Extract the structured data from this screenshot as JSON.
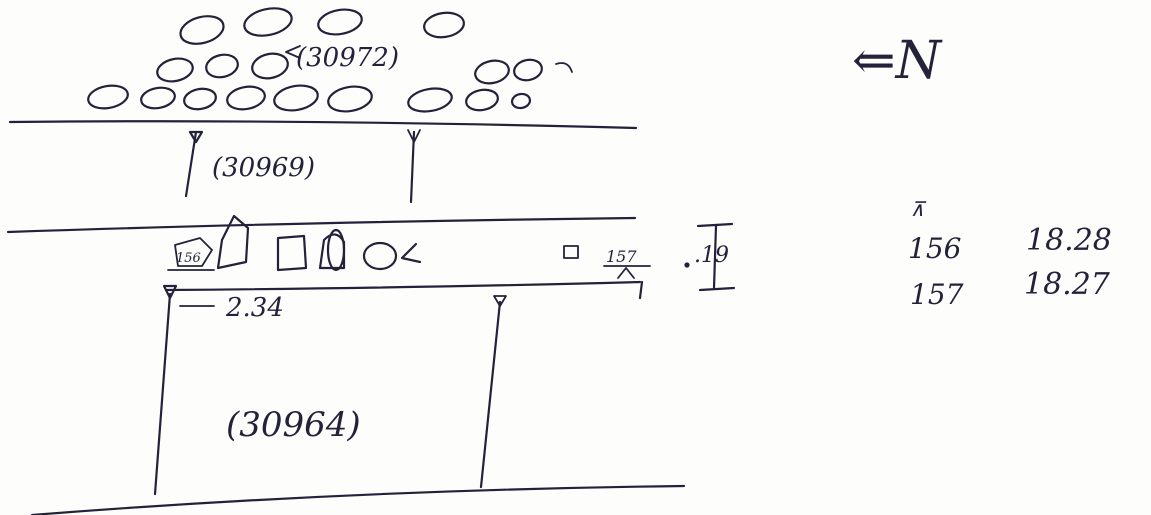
{
  "north_label": "⇐N",
  "parcels": {
    "top": "(30972)",
    "middle": "(30969)",
    "bottom": "(30964)"
  },
  "labels": {
    "left_marker": "156",
    "right_marker": "157",
    "dimension": "2.34",
    "offset": ".19"
  },
  "table": {
    "marker_symbol": "⊼",
    "rows": [
      {
        "point": "156",
        "value": "18.28"
      },
      {
        "point": "157",
        "value": "18.27"
      }
    ]
  }
}
